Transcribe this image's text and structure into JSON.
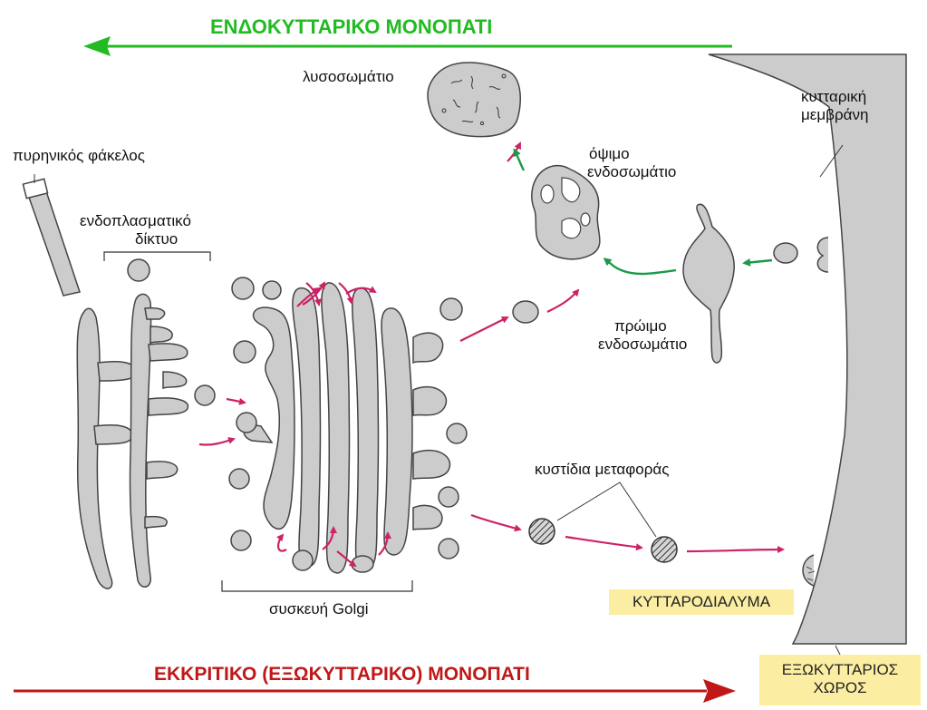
{
  "pathways": {
    "endocytic": {
      "text": "ΕΝΔΟΚΥΤΤΑΡΙΚΟ ΜΟΝΟΠΑΤΙ",
      "color": "#22bb22"
    },
    "secretory": {
      "text": "ΕΚΚΡΙΤΙΚΟ (ΕΞΩΚΥΤΤΑΡΙΚΟ) ΜΟΝΟΠΑΤΙ",
      "color": "#c01818"
    }
  },
  "labels": {
    "lysosome": "λυσοσωμάτιο",
    "cell_membrane_1": "κυτταρική",
    "cell_membrane_2": "μεμβράνη",
    "nuclear_envelope": "πυρηνικός φάκελος",
    "late_endosome_1": "όψιμο",
    "late_endosome_2": "ενδοσωμάτιο",
    "er_1": "ενδοπλασματικό",
    "er_2": "δίκτυο",
    "early_endosome_1": "πρώιμο",
    "early_endosome_2": "ενδοσωμάτιο",
    "transport_vesicles": "κυστίδια μεταφοράς",
    "golgi": "συσκευή Golgi",
    "cytosol": "ΚΥΤΤΑΡΟΔΙΑΛΥΜΑ",
    "extracellular_1": "ΕΞΩΚΥΤΤΑΡΙΟΣ",
    "extracellular_2": "ΧΩΡΟΣ"
  },
  "colors": {
    "organelle_fill": "#cccccc",
    "outline": "#333333",
    "magenta_arrow": "#cc2266",
    "green_arrow": "#1a9a4a",
    "label_box": "#fbeea3"
  }
}
